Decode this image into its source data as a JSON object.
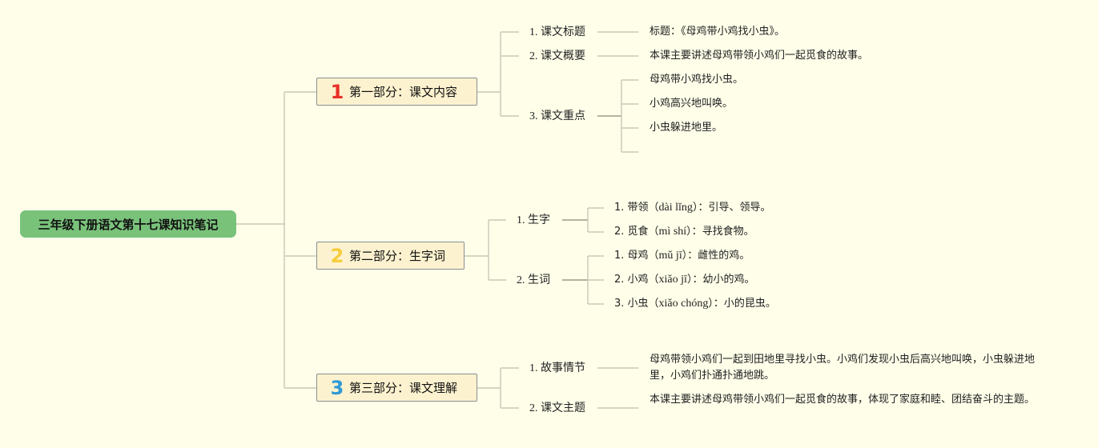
{
  "root": {
    "title": "三年级下册语文第十七课知识笔记"
  },
  "sections": [
    {
      "number": "1",
      "label": "第一部分：课文内容",
      "children": [
        {
          "label": "1. 课文标题",
          "leaves": [
            "标题：《母鸡带小鸡找小虫》。"
          ]
        },
        {
          "label": "2. 课文概要",
          "leaves": [
            "本课主要讲述母鸡带领小鸡们一起觅食的故事。"
          ]
        },
        {
          "label": "3. 课文重点",
          "leaves": [
            "母鸡带小鸡找小虫。",
            "小鸡高兴地叫唤。",
            "小虫躲进地里。",
            ""
          ]
        }
      ]
    },
    {
      "number": "2",
      "label": "第二部分：生字词",
      "children": [
        {
          "label": "1. 生字",
          "leaves": [
            {
              "pre": "1. 带领（",
              "pinyin": "dài lǐng",
              "post": "）：引导、领导。"
            },
            {
              "pre": "2. 觅食（",
              "pinyin": "mì shí",
              "post": "）：寻找食物。"
            }
          ]
        },
        {
          "label": "2. 生词",
          "leaves": [
            {
              "pre": "1. 母鸡（",
              "pinyin": "mǔ jī",
              "post": "）：雌性的鸡。"
            },
            {
              "pre": "2. 小鸡（",
              "pinyin": "xiǎo jī",
              "post": "）：幼小的鸡。"
            },
            {
              "pre": "3. 小虫（",
              "pinyin": "xiǎo chóng",
              "post": "）：小的昆虫。"
            }
          ]
        }
      ]
    },
    {
      "number": "3",
      "label": "第三部分：课文理解",
      "children": [
        {
          "label": "1. 故事情节",
          "leaves": [
            "母鸡带领小鸡们一起到田地里寻找小虫。小鸡们发现小虫后高兴地叫唤，小虫躲进地里，小鸡们扑通扑通地跳。"
          ]
        },
        {
          "label": "2. 课文主题",
          "leaves": [
            "本课主要讲述母鸡带领小鸡们一起觅食的故事，体现了家庭和睦、团结奋斗的主题。"
          ]
        }
      ]
    }
  ],
  "colors": {
    "background": "#fefee9",
    "root_fill": "#79c27a",
    "section_fill": "#fdf2cf",
    "number_1": "#e8312a",
    "number_2": "#f6cd3c",
    "number_3": "#2f9ad5"
  }
}
